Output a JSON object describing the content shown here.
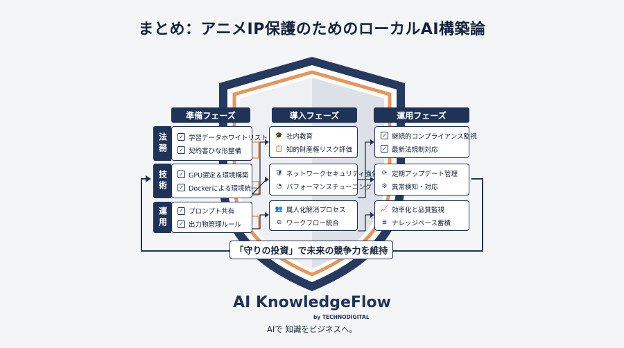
{
  "title": "まとめ：アニメIP保護のためのローカルAI構築論",
  "phases": [
    "準備フェーズ",
    "導入フェーズ",
    "運用フェーズ"
  ],
  "rows": [
    "法務",
    "技術",
    "運用"
  ],
  "cells": {
    "prep_legal": [
      "学習データホワイトリスト",
      "契約書ひな形整備"
    ],
    "prep_tech": [
      "GPU選定＆環境構築",
      "Dockerによる環境統一"
    ],
    "prep_ops": [
      "プロンプト共有",
      "出力物管理ルール"
    ],
    "intro_legal": [
      "社内教育",
      "知的財産権リスク評価"
    ],
    "intro_tech": [
      "ネットワークセキュリティ強化",
      "パフォーマンスチューニング"
    ],
    "intro_ops": [
      "属人化解消プロセス",
      "ワークフロー統合"
    ],
    "run_legal": [
      "継続的コンプライアンス監視",
      "最新法規制対応"
    ],
    "run_tech": [
      "定期アップデート管理",
      "異常検知・対応"
    ],
    "run_ops": [
      "効率化と品質監視",
      "ナレッジベース蓄積"
    ]
  },
  "icons": {
    "intro_legal": [
      "graduation-cap-icon",
      "clipboard-check-icon"
    ],
    "intro_tech": [
      "shield-icon",
      "gauge-icon"
    ],
    "intro_ops": [
      "people-icon",
      "workflow-icon"
    ],
    "run_legal": [
      "checkbox-icon",
      "checkbox-icon"
    ],
    "run_tech": [
      "refresh-icon",
      "gear-icon"
    ],
    "run_ops": [
      "chart-icon",
      "database-icon"
    ]
  },
  "banner": "「守りの投資」で未来の競争力を維持",
  "brand": {
    "name": "AI KnowledgeFlow",
    "by": "by TECHNODIGITAL",
    "tagline": "AIで 知識をビジネスへ。"
  },
  "colors": {
    "navy": "#1f3358",
    "orange": "#e8955b",
    "shield_fill": "#e9ecf1",
    "background": "#f4f5f7"
  }
}
